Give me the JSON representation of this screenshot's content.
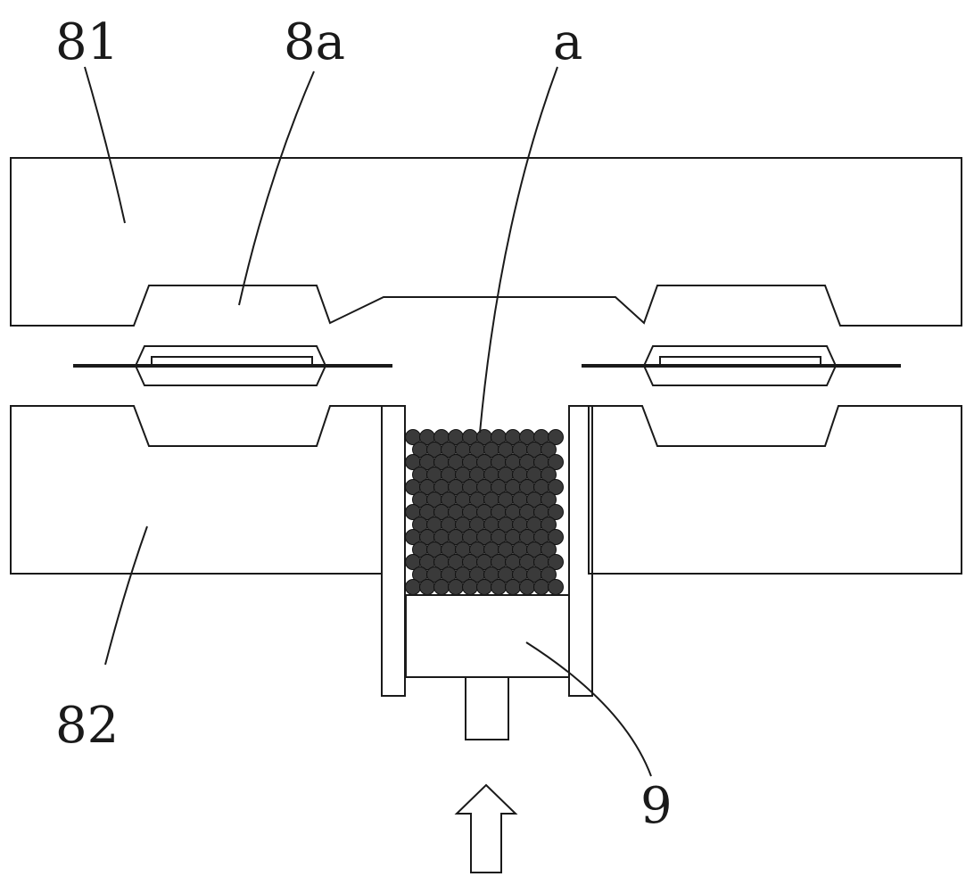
{
  "labels": {
    "upper_mold": "81",
    "mold_cavity": "8a",
    "material": "a",
    "lower_mold": "82",
    "plunger": "9"
  },
  "colors": {
    "stroke": "#1a1a1a",
    "background": "#ffffff",
    "particle_fill": "#3a3a3a"
  }
}
